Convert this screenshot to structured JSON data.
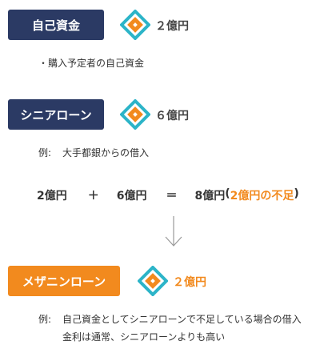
{
  "colors": {
    "navy": "#2b3a64",
    "orange": "#f28a1e",
    "teal": "#2cb4c8"
  },
  "sections": {
    "own_funds": {
      "label": "自己資金",
      "amount": "２億円",
      "note": "・購入予定者の自己資金"
    },
    "senior_loan": {
      "label": "シニアローン",
      "amount": "６億円",
      "note_prefix": "例:",
      "note": "大手都銀からの借入"
    },
    "mezzanine_loan": {
      "label": "メザニンローン",
      "amount": "２億円",
      "note_prefix": "例:",
      "note_line1": "自己資金としてシニアローンで不足している場合の借入",
      "note_line2": "金利は通常、シニアローンよりも高い"
    }
  },
  "equation": {
    "term1": "2億円",
    "plus": "＋",
    "term2": "6億円",
    "equals": "＝",
    "result": "8億円",
    "paren_open": "(",
    "shortfall": "2億円の不足",
    "paren_close": ")"
  },
  "icons": {
    "diamond": "diamond-icon",
    "arrow": "down-arrow-icon"
  }
}
